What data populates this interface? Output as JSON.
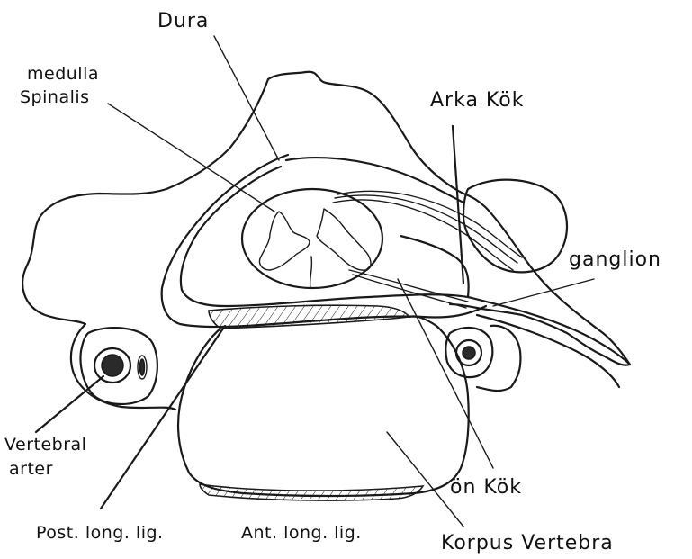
{
  "labels": {
    "dura": "Dura",
    "medulla_line1": "medulla",
    "medulla_line2": "Spinalis",
    "arka_kok": "Arka Kök",
    "ganglion": "ganglion",
    "vertebral_line1": "Vertebral",
    "vertebral_line2": "arter",
    "on_kok": "ön Kök",
    "post_long_lig": "Post. long. lig.",
    "ant_long_lig": "Ant. long. lig.",
    "korpus_vertebra": "Korpus Vertebra"
  },
  "colors": {
    "ink": "#1a1a1a",
    "paper": "#ffffff"
  }
}
